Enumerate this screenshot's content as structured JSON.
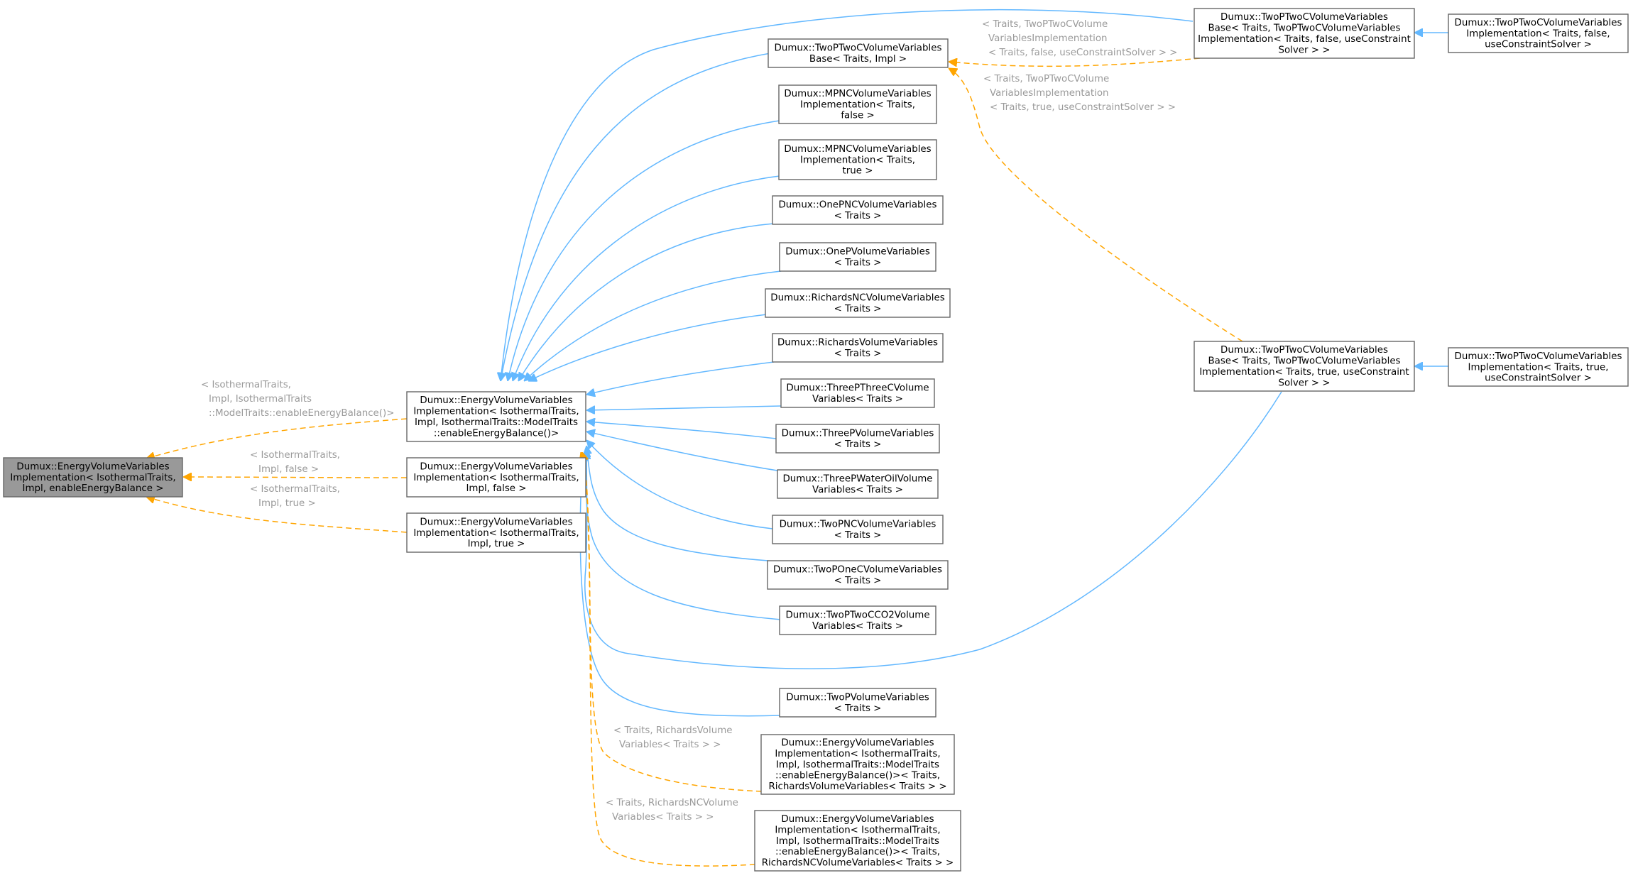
{
  "colors": {
    "node_border": "#666666",
    "root_fill": "#999999",
    "inheritance_edge": "#63b8ff",
    "template_edge": "#ffa500",
    "edge_label": "#9a9a9a"
  },
  "nodes": [
    {
      "id": "root",
      "lines": [
        "Dumux::EnergyVolumeVariables",
        "Implementation< IsothermalTraits,",
        "Impl, enableEnergyBalance >"
      ]
    },
    {
      "id": "evv_model",
      "lines": [
        "Dumux::EnergyVolumeVariables",
        "Implementation< IsothermalTraits,",
        "Impl, IsothermalTraits::ModelTraits",
        "::enableEnergyBalance()>"
      ]
    },
    {
      "id": "evv_false",
      "lines": [
        "Dumux::EnergyVolumeVariables",
        "Implementation< IsothermalTraits,",
        "Impl, false >"
      ]
    },
    {
      "id": "evv_true",
      "lines": [
        "Dumux::EnergyVolumeVariables",
        "Implementation< IsothermalTraits,",
        "Impl, true >"
      ]
    },
    {
      "id": "twop2c_base",
      "lines": [
        "Dumux::TwoPTwoCVolumeVariables",
        "Base< Traits, Impl >"
      ]
    },
    {
      "id": "mpnc_false",
      "lines": [
        "Dumux::MPNCVolumeVariables",
        "Implementation< Traits,",
        "false >"
      ]
    },
    {
      "id": "mpnc_true",
      "lines": [
        "Dumux::MPNCVolumeVariables",
        "Implementation< Traits,",
        "true >"
      ]
    },
    {
      "id": "onepnc",
      "lines": [
        "Dumux::OnePNCVolumeVariables",
        "< Traits >"
      ]
    },
    {
      "id": "onep",
      "lines": [
        "Dumux::OnePVolumeVariables",
        "< Traits >"
      ]
    },
    {
      "id": "richardsnc",
      "lines": [
        "Dumux::RichardsNCVolumeVariables",
        "< Traits >"
      ]
    },
    {
      "id": "richards",
      "lines": [
        "Dumux::RichardsVolumeVariables",
        "< Traits >"
      ]
    },
    {
      "id": "threep3c",
      "lines": [
        "Dumux::ThreePThreeCVolume",
        "Variables< Traits >"
      ]
    },
    {
      "id": "threep",
      "lines": [
        "Dumux::ThreePVolumeVariables",
        "< Traits >"
      ]
    },
    {
      "id": "threepwo",
      "lines": [
        "Dumux::ThreePWaterOilVolume",
        "Variables< Traits >"
      ]
    },
    {
      "id": "twopnc",
      "lines": [
        "Dumux::TwoPNCVolumeVariables",
        "< Traits >"
      ]
    },
    {
      "id": "twop1c",
      "lines": [
        "Dumux::TwoPOneCVolumeVariables",
        "< Traits >"
      ]
    },
    {
      "id": "twop2cco2",
      "lines": [
        "Dumux::TwoPTwoCCO2Volume",
        "Variables< Traits >"
      ]
    },
    {
      "id": "twop",
      "lines": [
        "Dumux::TwoPVolumeVariables",
        "< Traits >"
      ]
    },
    {
      "id": "evv_richards",
      "lines": [
        "Dumux::EnergyVolumeVariables",
        "Implementation< IsothermalTraits,",
        "Impl, IsothermalTraits::ModelTraits",
        "::enableEnergyBalance()>< Traits,",
        "RichardsVolumeVariables< Traits > >"
      ]
    },
    {
      "id": "evv_richardsnc",
      "lines": [
        "Dumux::EnergyVolumeVariables",
        "Implementation< IsothermalTraits,",
        "Impl, IsothermalTraits::ModelTraits",
        "::enableEnergyBalance()>< Traits,",
        "RichardsNCVolumeVariables< Traits > >"
      ]
    },
    {
      "id": "twop2c_base_false",
      "lines": [
        "Dumux::TwoPTwoCVolumeVariables",
        "Base< Traits, TwoPTwoCVolumeVariables",
        "Implementation< Traits, false, useConstraint",
        "Solver > >"
      ]
    },
    {
      "id": "twop2c_base_true",
      "lines": [
        "Dumux::TwoPTwoCVolumeVariables",
        "Base< Traits, TwoPTwoCVolumeVariables",
        "Implementation< Traits, true, useConstraint",
        "Solver > >"
      ]
    },
    {
      "id": "twop2c_impl_false",
      "lines": [
        "Dumux::TwoPTwoCVolumeVariables",
        "Implementation< Traits, false,",
        "useConstraintSolver >"
      ]
    },
    {
      "id": "twop2c_impl_true",
      "lines": [
        "Dumux::TwoPTwoCVolumeVariables",
        "Implementation< Traits, true,",
        "useConstraintSolver >"
      ]
    }
  ],
  "edge_labels": {
    "evv_model": [
      "< IsothermalTraits,",
      "Impl, IsothermalTraits",
      "::ModelTraits::enableEnergyBalance()>"
    ],
    "evv_false": [
      "< IsothermalTraits,",
      "Impl, false >"
    ],
    "evv_true": [
      "< IsothermalTraits,",
      "Impl, true >"
    ],
    "twop2c_false": [
      "< Traits, TwoPTwoCVolume",
      "VariablesImplementation",
      "< Traits, false, useConstraintSolver > >"
    ],
    "twop2c_true": [
      "< Traits, TwoPTwoCVolume",
      "VariablesImplementation",
      "< Traits, true, useConstraintSolver > >"
    ],
    "richards": [
      "< Traits, RichardsVolume",
      "Variables< Traits > >"
    ],
    "richardsnc": [
      "< Traits, RichardsNCVolume",
      "Variables< Traits > >"
    ]
  }
}
